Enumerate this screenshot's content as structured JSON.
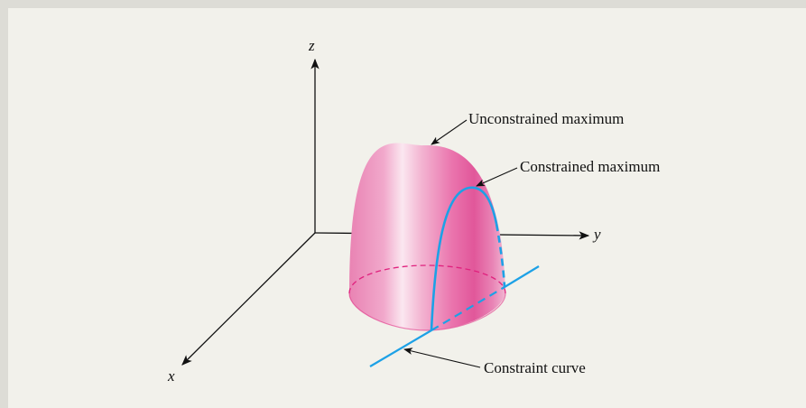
{
  "axes": {
    "x": "x",
    "y": "y",
    "z": "z"
  },
  "annotations": {
    "unconstrained_max": "Unconstrained maximum",
    "constrained_max": "Constrained maximum",
    "constraint_curve": "Constraint curve"
  },
  "colors": {
    "background": "#f2f1eb",
    "surface": "#ea80b0",
    "surface_dark": "#e0539a",
    "base_ellipse": "#e0217e",
    "constraint": "#1da1e6",
    "axes": "#111111"
  }
}
